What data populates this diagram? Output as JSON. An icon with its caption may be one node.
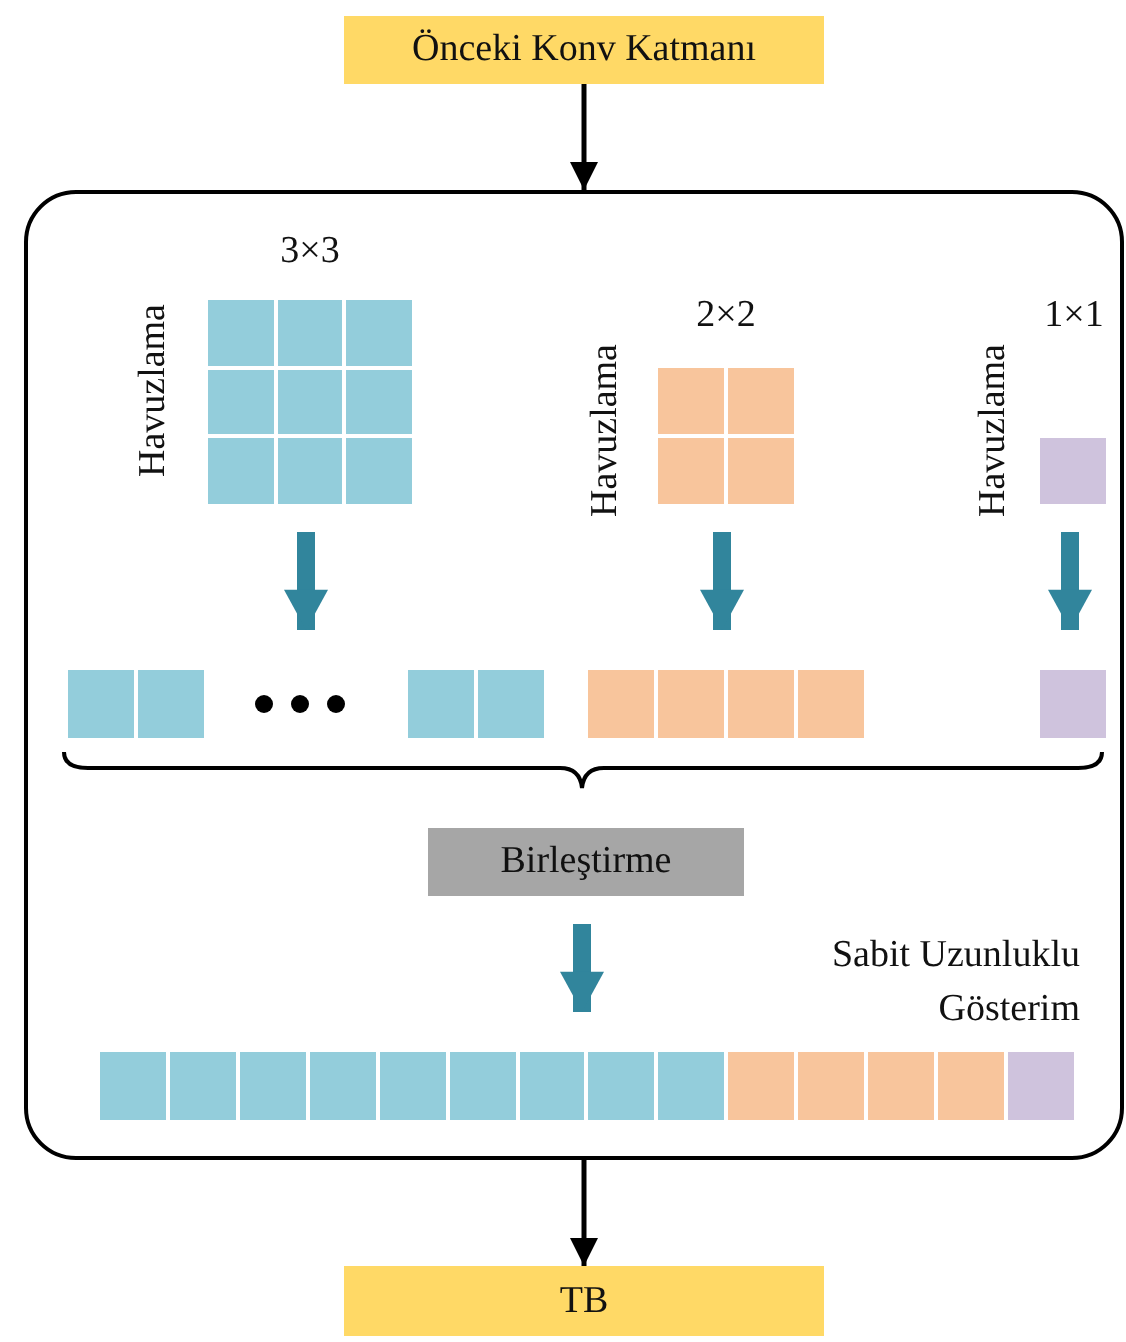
{
  "diagram": {
    "nodes": [
      {
        "text": [
          "Önceki Konv Katmanı"
        ]
      },
      {
        "text": [],
        "shape": "box"
      },
      {
        "text": [
          "3×3"
        ],
        "beside": [
          "Havuzlama"
        ],
        "in": 1
      },
      {
        "text": [],
        "shape": "bar",
        "in": 1
      },
      {
        "text": [
          "2×2"
        ],
        "beside": [
          "Havuzlama"
        ],
        "in": 1
      },
      {
        "text": [],
        "shape": "bar",
        "in": 1
      },
      {
        "text": [
          "1×1"
        ],
        "beside": [
          "Havuzlama"
        ],
        "in": 1
      },
      {
        "text": [],
        "shape": "bar",
        "in": 1
      },
      {
        "text": [
          "Birleştirme"
        ],
        "in": 1
      },
      {
        "text": [],
        "shape": "bar",
        "beside": [
          "Sabit Uzunluklu Gösterim"
        ],
        "in": 1
      },
      {
        "text": [
          "TB"
        ]
      }
    ],
    "edges": [
      {
        "from": 0,
        "to": 1,
        "arrow": "to",
        "color": "#000000"
      },
      {
        "from": 2,
        "to": 3,
        "arrow": "to"
      },
      {
        "from": 4,
        "to": 5,
        "arrow": "to"
      },
      {
        "from": 6,
        "to": 7,
        "arrow": "to"
      },
      {
        "from": 8,
        "to": 9,
        "arrow": "to"
      },
      {
        "from": 1,
        "to": 10,
        "arrow": "to",
        "color": "#000000"
      }
    ]
  }
}
